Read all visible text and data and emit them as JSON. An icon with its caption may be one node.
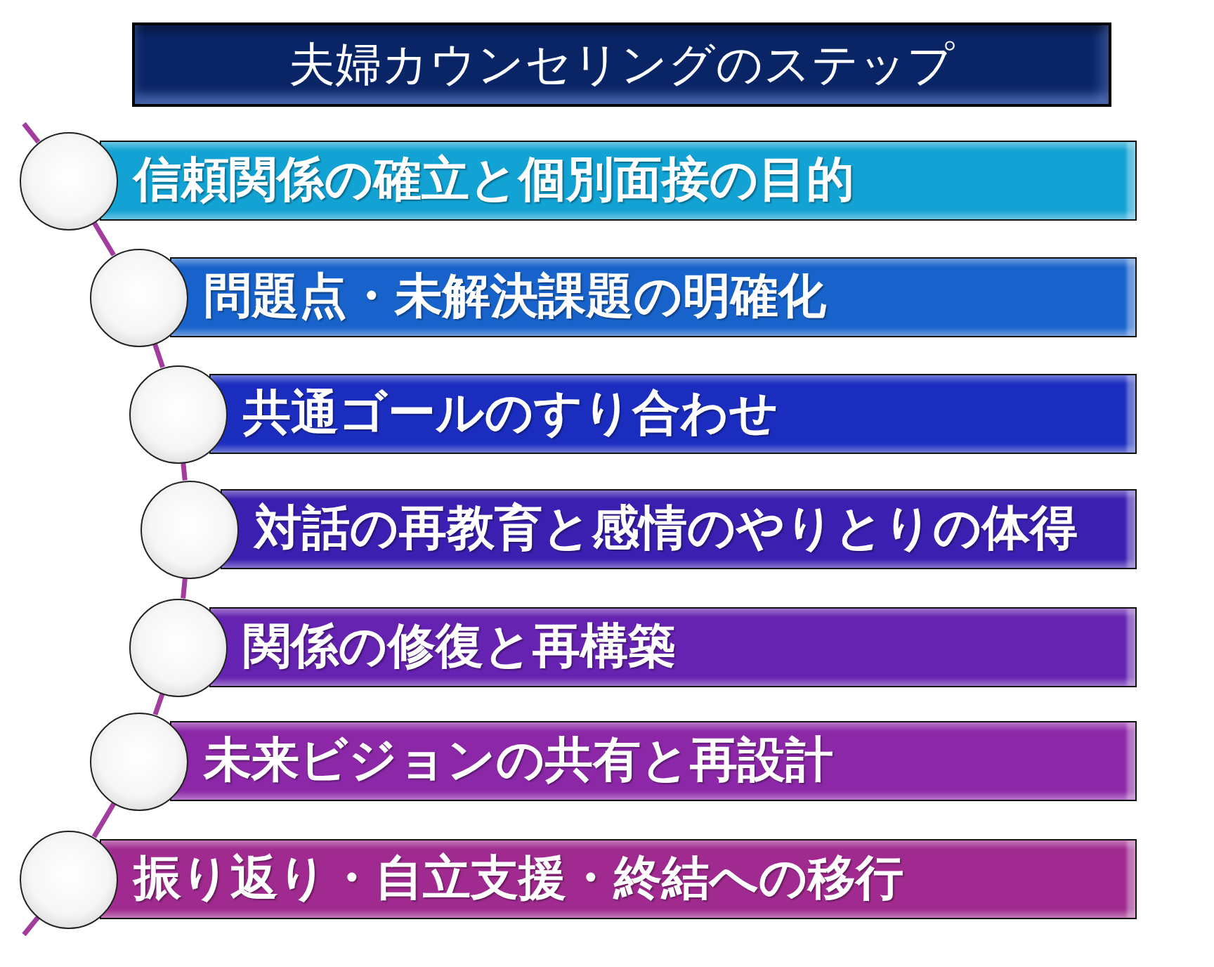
{
  "diagram": {
    "title": "夫婦カウンセリングのステップ",
    "nodes": [
      {
        "text": [],
        "shape": "circle"
      },
      {
        "text": [
          "信頼関係の確立と個別面接の目的"
        ]
      },
      {
        "text": [],
        "shape": "circle"
      },
      {
        "text": [
          "問題点・未解決課題の明確化"
        ]
      },
      {
        "text": [],
        "shape": "circle"
      },
      {
        "text": [
          "共通ゴールのすり合わせ"
        ]
      },
      {
        "text": [],
        "shape": "circle"
      },
      {
        "text": [
          "対話の再教育と感情のやりとりの体得"
        ]
      },
      {
        "text": [],
        "shape": "circle"
      },
      {
        "text": [
          "関係の修復と再構築"
        ]
      },
      {
        "text": [],
        "shape": "circle"
      },
      {
        "text": [
          "未来ビジョンの共有と再設計"
        ]
      },
      {
        "text": [],
        "shape": "circle"
      },
      {
        "text": [
          "振り返り・自立支援・終結への移行"
        ]
      }
    ],
    "edges": [
      {
        "from": null,
        "to": 0,
        "arrow": "none"
      },
      {
        "from": 0,
        "to": 2,
        "arrow": "none"
      },
      {
        "from": 2,
        "to": 4,
        "arrow": "none"
      },
      {
        "from": 4,
        "to": 6,
        "arrow": "none"
      },
      {
        "from": 6,
        "to": 8,
        "arrow": "none"
      },
      {
        "from": 8,
        "to": 10,
        "arrow": "none"
      },
      {
        "from": 10,
        "to": 12,
        "arrow": "none"
      },
      {
        "from": 12,
        "to": null,
        "arrow": "none"
      }
    ]
  }
}
